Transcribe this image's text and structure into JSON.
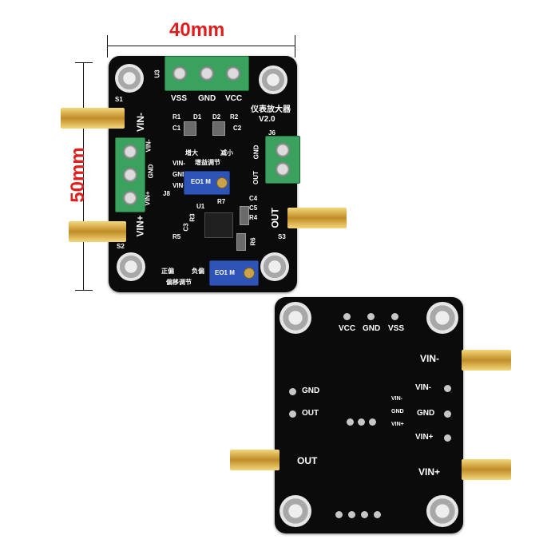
{
  "dimensions": {
    "width": "40mm",
    "height": "50mm"
  },
  "front": {
    "title": "仪表放大器",
    "version": "V2.0",
    "top_terminal": {
      "vss": "VSS",
      "gnd": "GND",
      "vcc": "VCC"
    },
    "right_terminal": {
      "out": "OUT",
      "gnd": "GND"
    },
    "left_terminal": {
      "vin_plus": "VIN+",
      "gnd": "GND",
      "vin_minus": "VIN-"
    },
    "pin_labels": {
      "vin_minus": "VIN-",
      "gnd": "GND",
      "vin_plus": "VIN+"
    },
    "connectors": {
      "s1": "S1",
      "s2": "S2",
      "s3": "S3",
      "vin_minus": "VIN-",
      "vin_plus": "VIN+",
      "out": "OUT"
    },
    "designators": {
      "u3": "U3",
      "r1": "R1",
      "d1": "D1",
      "d2": "D2",
      "r2": "R2",
      "c1": "C1",
      "c2": "C2",
      "j6": "J6",
      "j8": "J8",
      "u1": "U1",
      "r7": "R7",
      "c4": "C4",
      "c5": "C5",
      "r4": "R4",
      "r5": "R5",
      "r3": "R3",
      "c3": "C3",
      "r6": "R6"
    },
    "gain_adjust": {
      "increase": "增大",
      "decrease": "减小",
      "label": "增益调节"
    },
    "offset_adjust": {
      "positive": "正偏",
      "negative": "负偏",
      "label": "偏移调节"
    },
    "pot_code": "EO1 M"
  },
  "back": {
    "header": {
      "vcc": "VCC",
      "gnd": "GND",
      "vss": "VSS"
    },
    "left_pins": {
      "gnd": "GND",
      "out": "OUT"
    },
    "out_connector": "OUT",
    "right_pins": {
      "vin_minus": "VIN-",
      "gnd": "GND",
      "vin_plus": "VIN+"
    },
    "small_pins": {
      "vin_minus": "VIN-",
      "gnd": "GND",
      "vin_plus": "VIN+"
    },
    "vin_minus_connector": "VIN-",
    "vin_plus_connector": "VIN+"
  },
  "colors": {
    "pcb": "#0b0b0b",
    "terminal": "#3aa25e",
    "pot": "#2f54b8",
    "sma_gold": "#d4a640",
    "dimension_text": "#e01e1e"
  }
}
